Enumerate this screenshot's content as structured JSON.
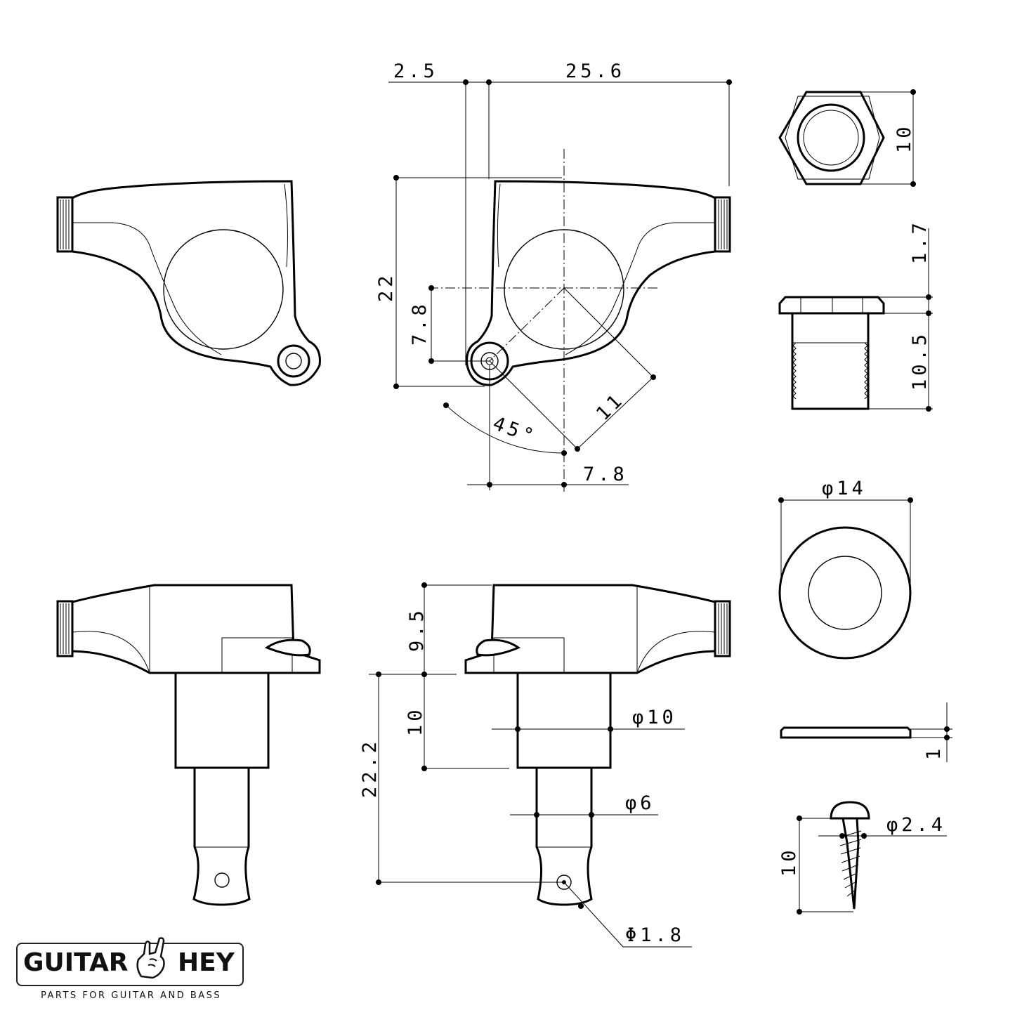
{
  "dimensions": {
    "top_offset": "2.5",
    "top_width": "25.6",
    "side_height": "22",
    "hole_height": "7.8",
    "hole_radius": "11",
    "angle": "45°",
    "hole_offset": "7.8",
    "bushing_hex": "10",
    "bushing_flange": "1.7",
    "bushing_thread": "10.5",
    "washer_diameter": "φ14",
    "washer_thickness": "1",
    "body_height": "9.5",
    "post_length": "10",
    "post_total": "22.2",
    "post_diameter": "φ10",
    "shaft_diameter": "φ6",
    "string_hole": "Φ1.8",
    "screw_length": "10",
    "screw_diameter": "φ2.4"
  },
  "logo": {
    "left_word": "GUITAR",
    "right_word": "HEY",
    "tagline": "PARTS FOR GUITAR AND BASS",
    "icon": "rock-hand-icon"
  }
}
